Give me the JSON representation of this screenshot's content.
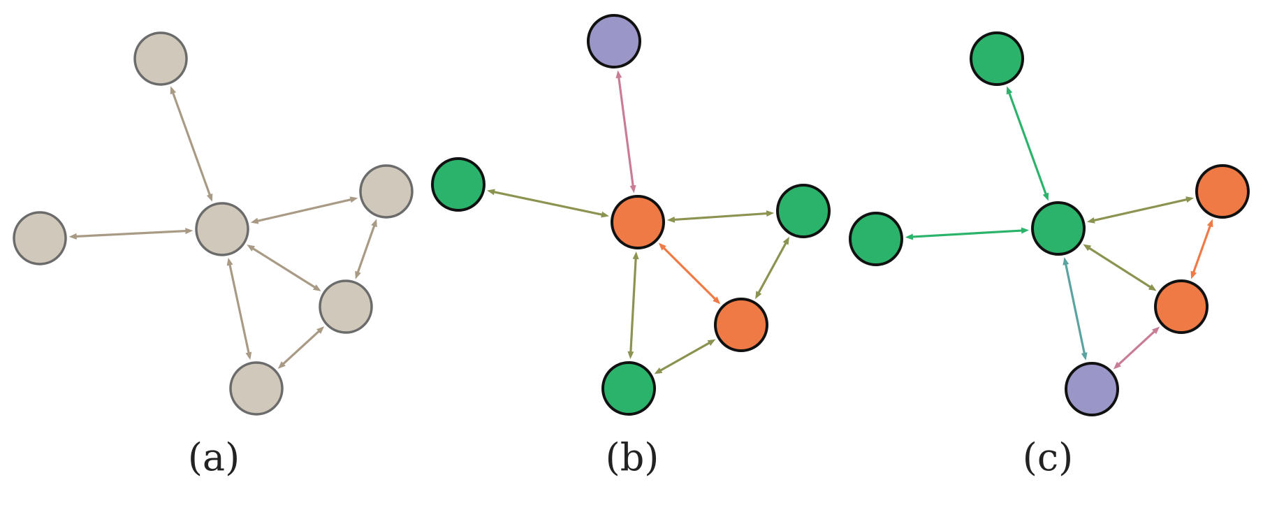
{
  "colors": {
    "background": "#ffffff",
    "grey_node": "#d0c8ba",
    "grey_node_stroke": "#6b6b6b",
    "grey_edge": "#a99a86",
    "green": "#2bb36b",
    "orange": "#f07a45",
    "lavender": "#9a97c8",
    "dark_stroke": "#111111",
    "olive_edge": "#8c9350",
    "pink_edge": "#c97d95",
    "orange_edge": "#f07a45",
    "green_edge": "#2bb36b",
    "teal_edge": "#5aa3a0"
  },
  "panels": [
    {
      "id": "a",
      "caption": "(a)",
      "nodes": [
        {
          "id": "top",
          "color": "grey_node"
        },
        {
          "id": "left",
          "color": "grey_node"
        },
        {
          "id": "center",
          "color": "grey_node"
        },
        {
          "id": "right",
          "color": "grey_node"
        },
        {
          "id": "mid",
          "color": "grey_node"
        },
        {
          "id": "bottom",
          "color": "grey_node"
        }
      ],
      "edges": [
        {
          "from": "center",
          "to": "top",
          "color": "grey_edge"
        },
        {
          "from": "center",
          "to": "left",
          "color": "grey_edge"
        },
        {
          "from": "center",
          "to": "right",
          "color": "grey_edge"
        },
        {
          "from": "center",
          "to": "mid",
          "color": "grey_edge"
        },
        {
          "from": "center",
          "to": "bottom",
          "color": "grey_edge"
        },
        {
          "from": "right",
          "to": "mid",
          "color": "grey_edge"
        },
        {
          "from": "mid",
          "to": "bottom",
          "color": "grey_edge"
        }
      ]
    },
    {
      "id": "b",
      "caption": "(b)",
      "nodes": [
        {
          "id": "top",
          "color": "lavender"
        },
        {
          "id": "left",
          "color": "green"
        },
        {
          "id": "center",
          "color": "orange"
        },
        {
          "id": "right",
          "color": "green"
        },
        {
          "id": "mid",
          "color": "orange"
        },
        {
          "id": "bottom",
          "color": "green"
        }
      ],
      "edges": [
        {
          "from": "center",
          "to": "top",
          "color": "pink_edge"
        },
        {
          "from": "center",
          "to": "left",
          "color": "olive_edge"
        },
        {
          "from": "center",
          "to": "right",
          "color": "olive_edge"
        },
        {
          "from": "center",
          "to": "mid",
          "color": "orange_edge"
        },
        {
          "from": "center",
          "to": "bottom",
          "color": "olive_edge"
        },
        {
          "from": "right",
          "to": "mid",
          "color": "olive_edge"
        },
        {
          "from": "mid",
          "to": "bottom",
          "color": "olive_edge"
        }
      ]
    },
    {
      "id": "c",
      "caption": "(c)",
      "nodes": [
        {
          "id": "top",
          "color": "green"
        },
        {
          "id": "left",
          "color": "green"
        },
        {
          "id": "center",
          "color": "green"
        },
        {
          "id": "right",
          "color": "orange"
        },
        {
          "id": "mid",
          "color": "orange"
        },
        {
          "id": "bottom",
          "color": "lavender"
        }
      ],
      "edges": [
        {
          "from": "center",
          "to": "top",
          "color": "green_edge"
        },
        {
          "from": "center",
          "to": "left",
          "color": "green_edge"
        },
        {
          "from": "center",
          "to": "right",
          "color": "olive_edge"
        },
        {
          "from": "center",
          "to": "mid",
          "color": "olive_edge"
        },
        {
          "from": "center",
          "to": "bottom",
          "color": "teal_edge"
        },
        {
          "from": "right",
          "to": "mid",
          "color": "orange_edge"
        },
        {
          "from": "mid",
          "to": "bottom",
          "color": "pink_edge"
        }
      ]
    }
  ]
}
